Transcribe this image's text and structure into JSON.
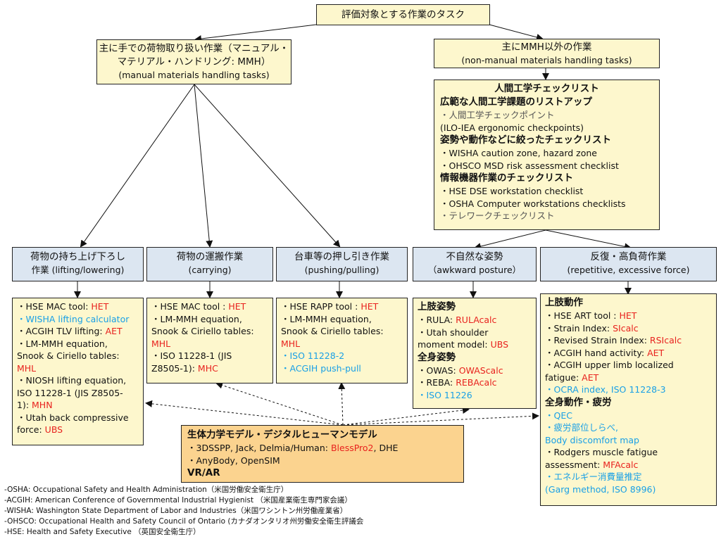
{
  "root": "評価対象とする作業のタスク",
  "mmh": {
    "line1": "主に手での荷物取り扱い作業（マニュアル・",
    "line2": "マテリアル・ハンドリング: MMH）",
    "line3": "(manual materials handling tasks)"
  },
  "nonmmh": {
    "line1": "主にMMH以外の作業",
    "line2": "(non-manual materials handling tasks)"
  },
  "checklist": {
    "title": "人間工学チェックリスト",
    "h1": "広範な人間工学課題のリストアップ",
    "i1a": "・人間工学チェックポイント",
    "i1b": "(ILO-IEA ergonomic checkpoints)",
    "h2": "姿勢や動作などに絞ったチェックリスト",
    "i2a": "・WISHA caution zone, hazard zone",
    "i2b": "・OHSCO MSD risk assessment checklist",
    "h3": "情報機器作業のチェックリスト",
    "i3a": "・HSE DSE workstation checklist",
    "i3b": "・OSHA Computer workstations checklists",
    "i3c": "・テレワークチェックリスト"
  },
  "categories": {
    "lifting": {
      "jp": "荷物の持ち上げ下ろし",
      "en": "作業 (lifting/lowering)"
    },
    "carrying": {
      "jp": "荷物の運搬作業",
      "en": "(carrying)"
    },
    "pushing": {
      "jp": "台車等の押し引き作業",
      "en": "(pushing/pulling)"
    },
    "awkward": {
      "jp": "不自然な姿勢",
      "en": "（awkward posture）"
    },
    "repetitive": {
      "jp": "反復・高負荷作業",
      "en": "(repetitive, excessive force)"
    }
  },
  "lifting_tools": {
    "l1": "・HSE MAC tool: ",
    "l1r": "HET",
    "l2": "・WISHA lifting calculator",
    "l3": "・ACGIH TLV lifting: ",
    "l3r": "AET",
    "l4": "・LM-MMH equation,",
    "l5": "Snook & Ciriello tables:",
    "l6r": "MHL",
    "l7": "・NIOSH lifting equation,",
    "l8": "ISO 11228-1 (JIS Z8505-",
    "l9": "1): ",
    "l9r": "MHN",
    "l10": "・Utah back compressive",
    "l11": "force: ",
    "l11r": "UBS"
  },
  "carrying_tools": {
    "l1": "・HSE MAC tool : ",
    "l1r": "HET",
    "l2": "・LM-MMH equation,",
    "l3": "Snook & Ciriello tables:",
    "l4r": "MHL",
    "l5": "・ISO 11228-1 (JIS",
    "l6": "Z8505-1): ",
    "l6r": "MHC"
  },
  "pushing_tools": {
    "l1": "・HSE RAPP tool : ",
    "l1r": "HET",
    "l2": "・LM-MMH equation,",
    "l3": "Snook & Ciriello tables:",
    "l4r": "MHL",
    "l5": "・ISO 11228-2",
    "l6": "・ACGIH push-pull"
  },
  "awkward_tools": {
    "h1": "上肢姿勢",
    "l1": "・RULA: ",
    "l1r": "RULAcalc",
    "l2": "・Utah shoulder",
    "l3": "moment model: ",
    "l3r": "UBS",
    "h2": "全身姿勢",
    "l4": "・OWAS: ",
    "l4r": "OWAScalc",
    "l5": "・REBA: ",
    "l5r": "REBAcalc",
    "l6": "・ISO 11226"
  },
  "repetitive_tools": {
    "h1": "上肢動作",
    "l1": "・HSE ART tool : ",
    "l1r": "HET",
    "l2": "・Strain Index: ",
    "l2r": "SIcalc",
    "l3": "・Revised Strain Index: ",
    "l3r": "RSIcalc",
    "l4": "・ACGIH hand activity: ",
    "l4r": "AET",
    "l5": "・ACGIH upper limb localized",
    "l6": "fatigue: ",
    "l6r": "AET",
    "l7": "・OCRA index, ISO 11228-3",
    "h2": "全身動作・疲労",
    "l8": "・QEC",
    "l9": "・疲労部位しらべ,",
    "l10": "Body discomfort map",
    "l11": "・Rodgers muscle fatigue",
    "l12": "assessment: ",
    "l12r": "MFAcalc",
    "l13": "・エネルギー消費量推定",
    "l14": "(Garg method, ISO 8996)"
  },
  "bio": {
    "title": "生体力学モデル・デジタルヒューマンモデル",
    "l1": "・3DSSPP, Jack, Delmia/Human: ",
    "l1r": "BlessPro2",
    "l1b": ", DHE",
    "l2": "・AnyBody, OpenSIM",
    "l3": "VR/AR"
  },
  "footnotes": [
    "-OSHA: Occupational Safety and Health Administration（米国労働安全衛生庁）",
    "-ACGIH: American Conference of Governmental Industrial Hygienist （米国産業衛生専門家会議）",
    "-WISHA: Washington State Department of Labor and Industries（米国ワシントン州労働産業省）",
    "-OHSCO: Occupational Health and Safety Council of Ontario (カナダオンタリオ州労働安全衛生評議会",
    "-HSE: Health and Safety Executive （英国安全衛生庁）"
  ],
  "colors": {
    "yellow": "#fdf7cd",
    "blue": "#dce6f1",
    "orange": "#fbd38f",
    "red": "#e8221e",
    "cyan": "#19a0e6"
  }
}
